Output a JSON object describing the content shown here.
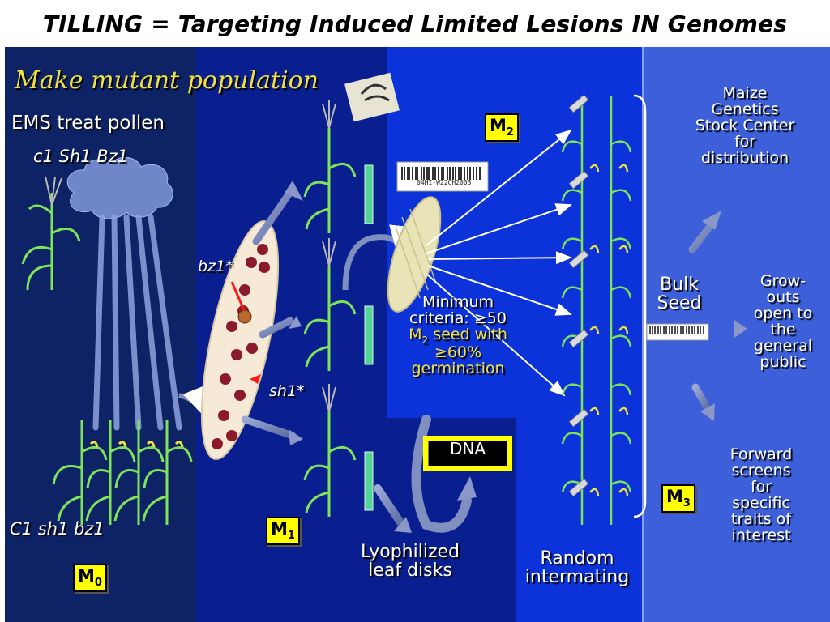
{
  "title": "TILLING = Targeting Induced Limited Lesions IN Genomes",
  "colors": {
    "panel_m0": "#0d2366",
    "panel_m1": "#0a1f8f",
    "panel_m2": "#0b33d9",
    "panel_m3": "#3d5fd9",
    "label_bg": "#ffff00",
    "heading": "#f0e040",
    "mutant_dot": "#8b1a2b"
  },
  "panels": {
    "m0": {
      "heading": "Make mutant population",
      "ems": "EMS treat pollen",
      "genotype_top": "c1 Sh1 Bz1",
      "genotype_bottom": "C1 sh1 bz1",
      "label": "M",
      "label_sub": "0"
    },
    "m1": {
      "bz1": "bz1*",
      "sh1": "sh1*",
      "label": "M",
      "label_sub": "1"
    },
    "m2": {
      "label": "M",
      "label_sub": "2",
      "barcode": "04HI-W22CH2003",
      "criteria_line1": "Minimum",
      "criteria_line2": "criteria: ≥50",
      "criteria_line3": "M",
      "criteria_line3_sub": "2",
      "criteria_line3_rest": " seed with",
      "criteria_line4": "≥60%",
      "criteria_line5": "germination",
      "dna": "DNA",
      "lyophilized_line1": "Lyophilized",
      "lyophilized_line2": "leaf disks"
    },
    "intermating": {
      "line1": "Random",
      "line2": "intermating"
    },
    "m3": {
      "label": "M",
      "label_sub": "3",
      "bulk_line1": "Bulk",
      "bulk_line2": "Seed",
      "stock_line1": "Maize",
      "stock_line2": "Genetics",
      "stock_line3": "Stock Center",
      "stock_line4": "for",
      "stock_line5": "distribution",
      "grow_line1": "Grow-",
      "grow_line2": "outs",
      "grow_line3": "open to",
      "grow_line4": "the",
      "grow_line5": "general",
      "grow_line6": "public",
      "fwd_line1": "Forward",
      "fwd_line2": "screens",
      "fwd_line3": "for",
      "fwd_line4": "specific",
      "fwd_line5": "traits of",
      "fwd_line6": "interest"
    }
  }
}
